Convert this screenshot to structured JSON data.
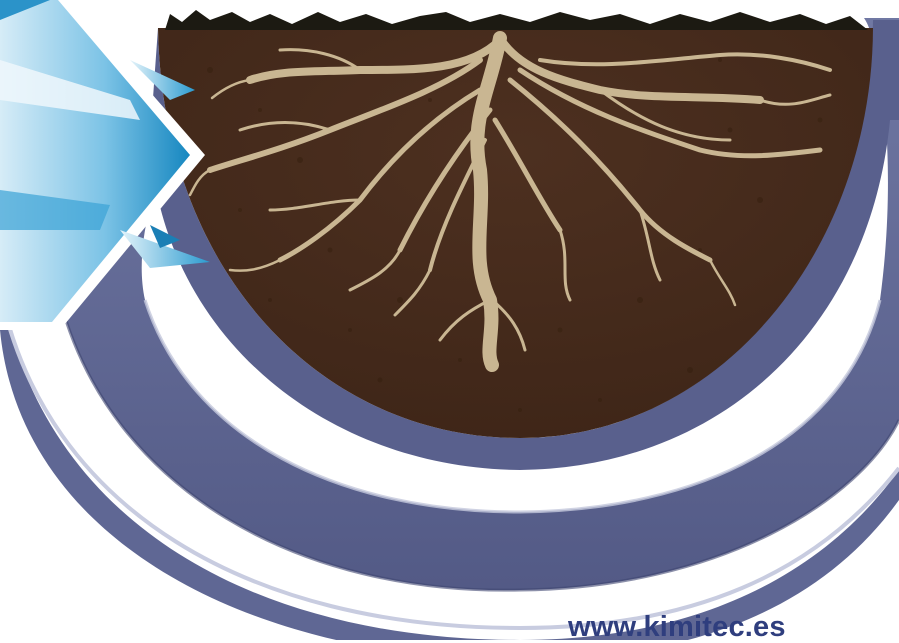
{
  "footer": {
    "website": "www.kimitec.es"
  },
  "colors": {
    "ring": "#5f6794",
    "ring_shadow": "#3f4672",
    "ring_highlight": "#c4c8dc",
    "soil": "#452a1b",
    "soil_speck": "#3a2216",
    "surface_grass": "#1c1a12",
    "roots": "#c9b692",
    "arrow_light": "#c6e2f2",
    "arrow_dark": "#1b8cc4",
    "url_text": "#2f3e7e"
  },
  "icons": [
    "concentric-rings",
    "soil-cross-section",
    "root-system",
    "blue-arrow"
  ]
}
